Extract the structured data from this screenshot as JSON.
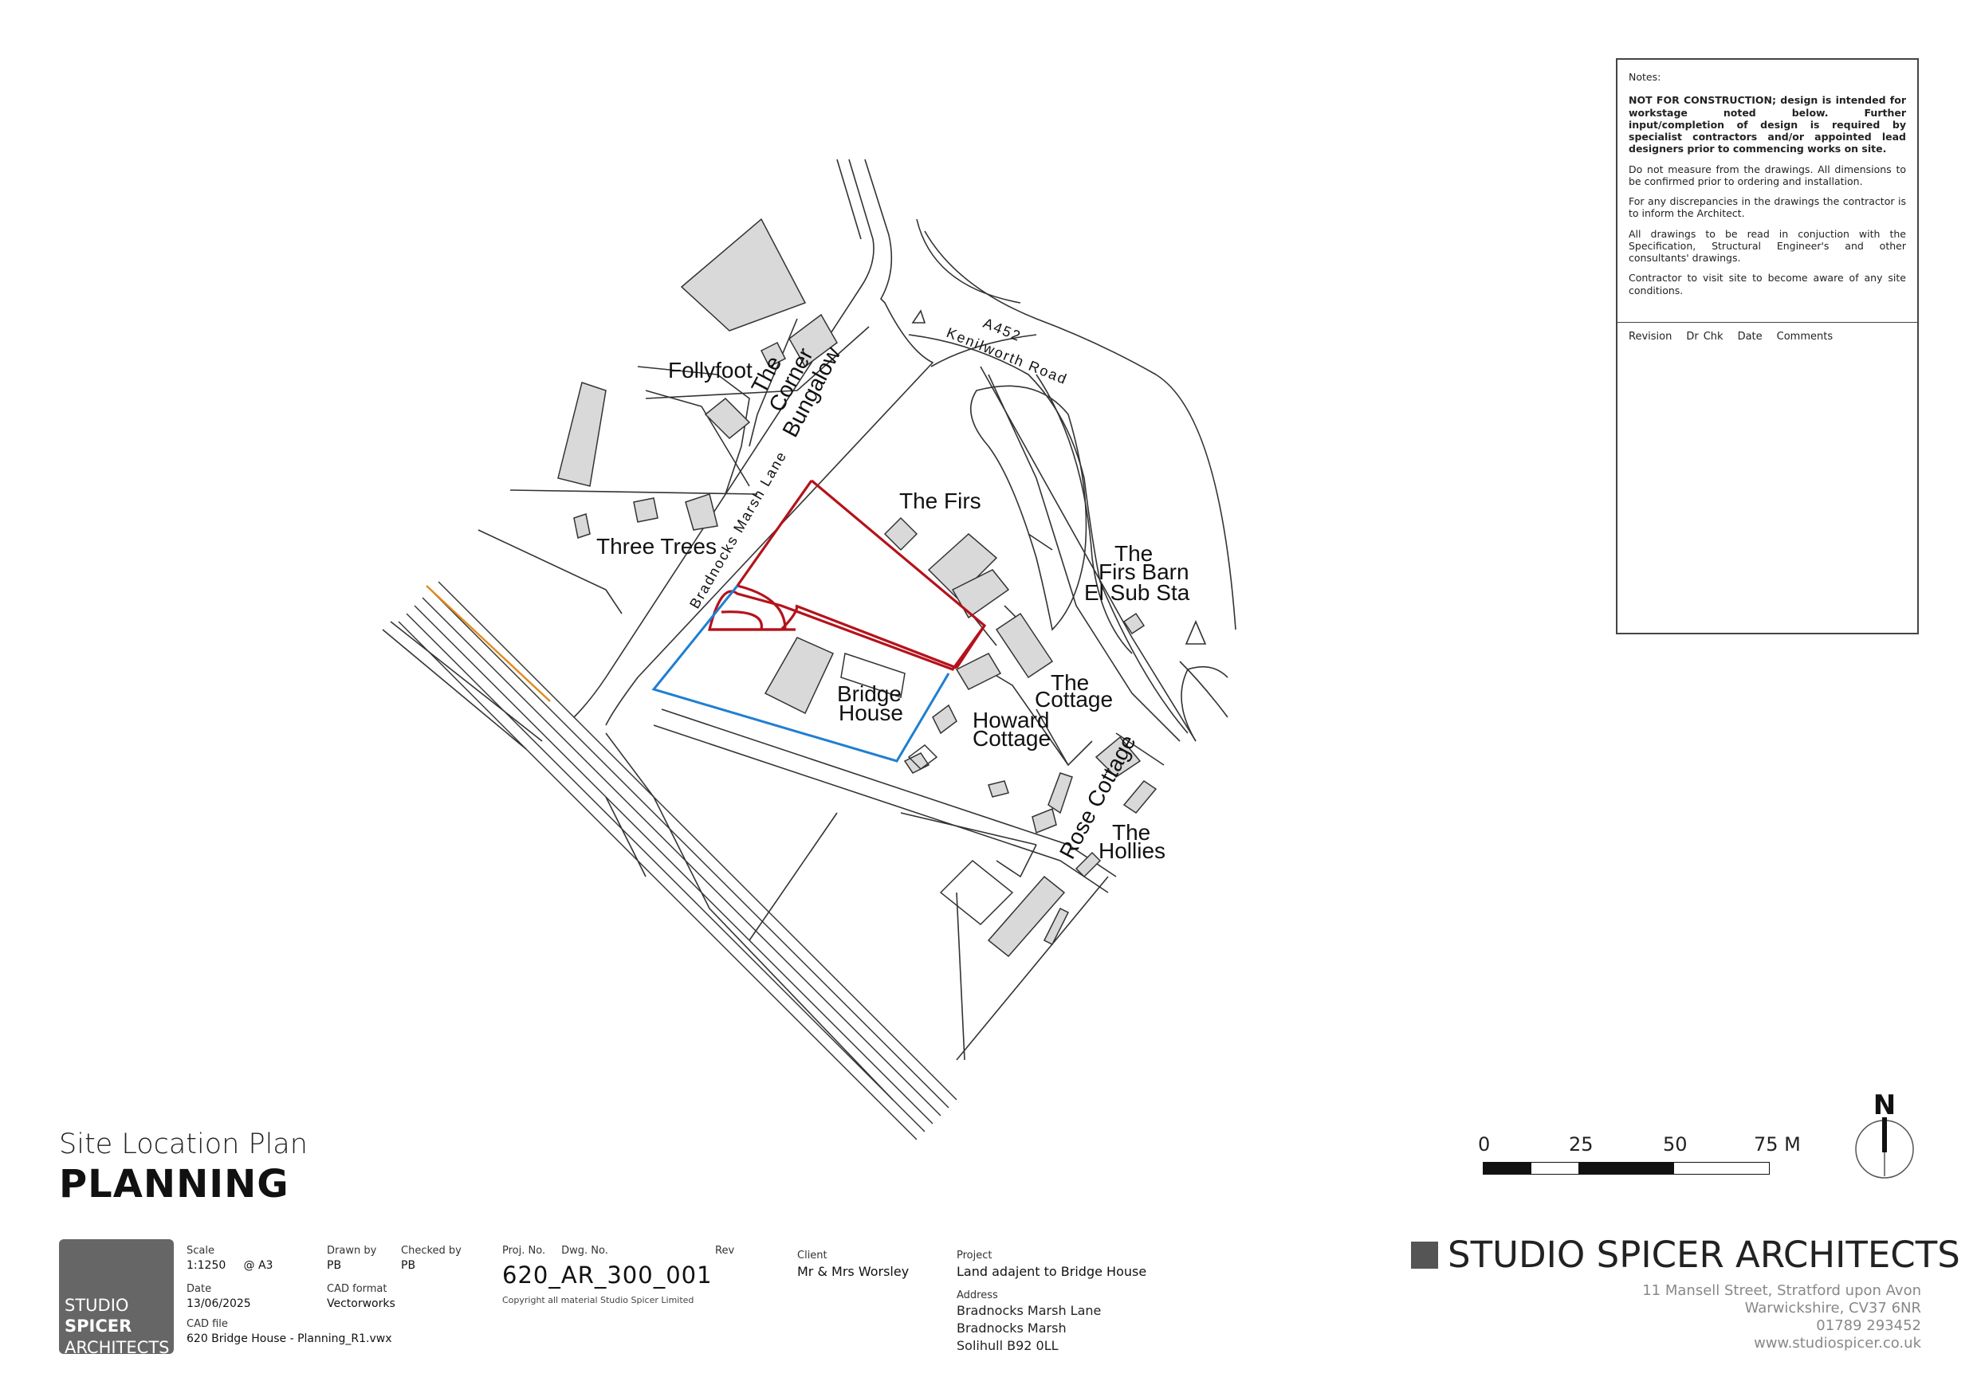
{
  "notes": {
    "heading": "Notes:",
    "items": [
      "NOT FOR CONSTRUCTION; design is intended for workstage noted below. Further input/completion of design is required by specialist contractors and/or appointed lead designers prior to commencing works on site.",
      "Do not measure from the drawings. All dimensions to be confirmed prior to ordering and installation.",
      "For any discrepancies in the drawings the contractor is to inform the Architect.",
      "All drawings to be read in conjuction with the Specification, Structural Engineer's and other consultants' drawings.",
      "Contractor to visit site to become aware of any site conditions."
    ],
    "revision_columns": [
      "Revision",
      "Dr",
      "Chk",
      "Date",
      "Comments"
    ]
  },
  "map_labels": {
    "follyfoot": "Follyfoot",
    "corner_bungalow_1": "The",
    "corner_bungalow_2": "Corner",
    "corner_bungalow_3": "Bungalow",
    "three_trees": "Three Trees",
    "the_firs": "The Firs",
    "firs_barn_1": "The",
    "firs_barn_2": "Firs Barn",
    "el_sub_sta": "El Sub Sta",
    "bridge_house_1": "Bridge",
    "bridge_house_2": "House",
    "the_cottage_1": "The",
    "the_cottage_2": "Cottage",
    "howard_cottage_1": "Howard",
    "howard_cottage_2": "Cottage",
    "rose_cottage": "Rose Cottage",
    "the_hollies_1": "The",
    "the_hollies_2": "Hollies",
    "road_a452": "A452",
    "road_kenilworth": "Kenilworth Road",
    "road_bradnocks": "Bradnocks Marsh Lane"
  },
  "drawing": {
    "subtitle": "Site Location Plan",
    "title": "PLANNING"
  },
  "scale_bar": {
    "labels": [
      "0",
      "25",
      "50",
      "75 M"
    ]
  },
  "north": {
    "label": "N"
  },
  "logo": {
    "line1": "STUDIO",
    "line2": "SPICER",
    "line3": "ARCHITECTS"
  },
  "title_block": {
    "scale_label": "Scale",
    "scale_value": "1:1250     @ A3",
    "drawn_by_label": "Drawn by",
    "drawn_by_value": "PB",
    "checked_by_label": "Checked by",
    "checked_by_value": "PB",
    "date_label": "Date",
    "date_value": "13/06/2025",
    "cad_format_label": "CAD format",
    "cad_format_value": "Vectorworks",
    "cad_file_label": "CAD file",
    "cad_file_value": "620 Bridge House - Planning_R1.vwx",
    "proj_no_label": "Proj. No.",
    "dwg_no_label": "Dwg. No.",
    "dwg_number": "620_AR_300_001",
    "rev_label": "Rev",
    "copyright": "Copyright all material Studio Spicer Limited",
    "client_label": "Client",
    "client_value": "Mr & Mrs Worsley",
    "project_label": "Project",
    "project_value": "Land adajent to Bridge House",
    "address_label": "Address",
    "address_lines": [
      "Bradnocks Marsh Lane",
      "Bradnocks Marsh",
      "Solihull B92 0LL"
    ]
  },
  "firm": {
    "name_part1": "STUDIO ",
    "name_part2": "SPICER",
    "name_part3": " ARCHITECTS",
    "address_lines": [
      "11 Mansell Street, Stratford upon Avon",
      "Warwickshire, CV37 6NR",
      "01789 293452",
      "www.studiospicer.co.uk"
    ]
  },
  "colors": {
    "site_boundary_red": "#b5121b",
    "ownership_boundary_blue": "#1f7fd1",
    "building_fill": "#d9d9d9",
    "line": "#333333",
    "rail_orange": "#e08a1e"
  }
}
